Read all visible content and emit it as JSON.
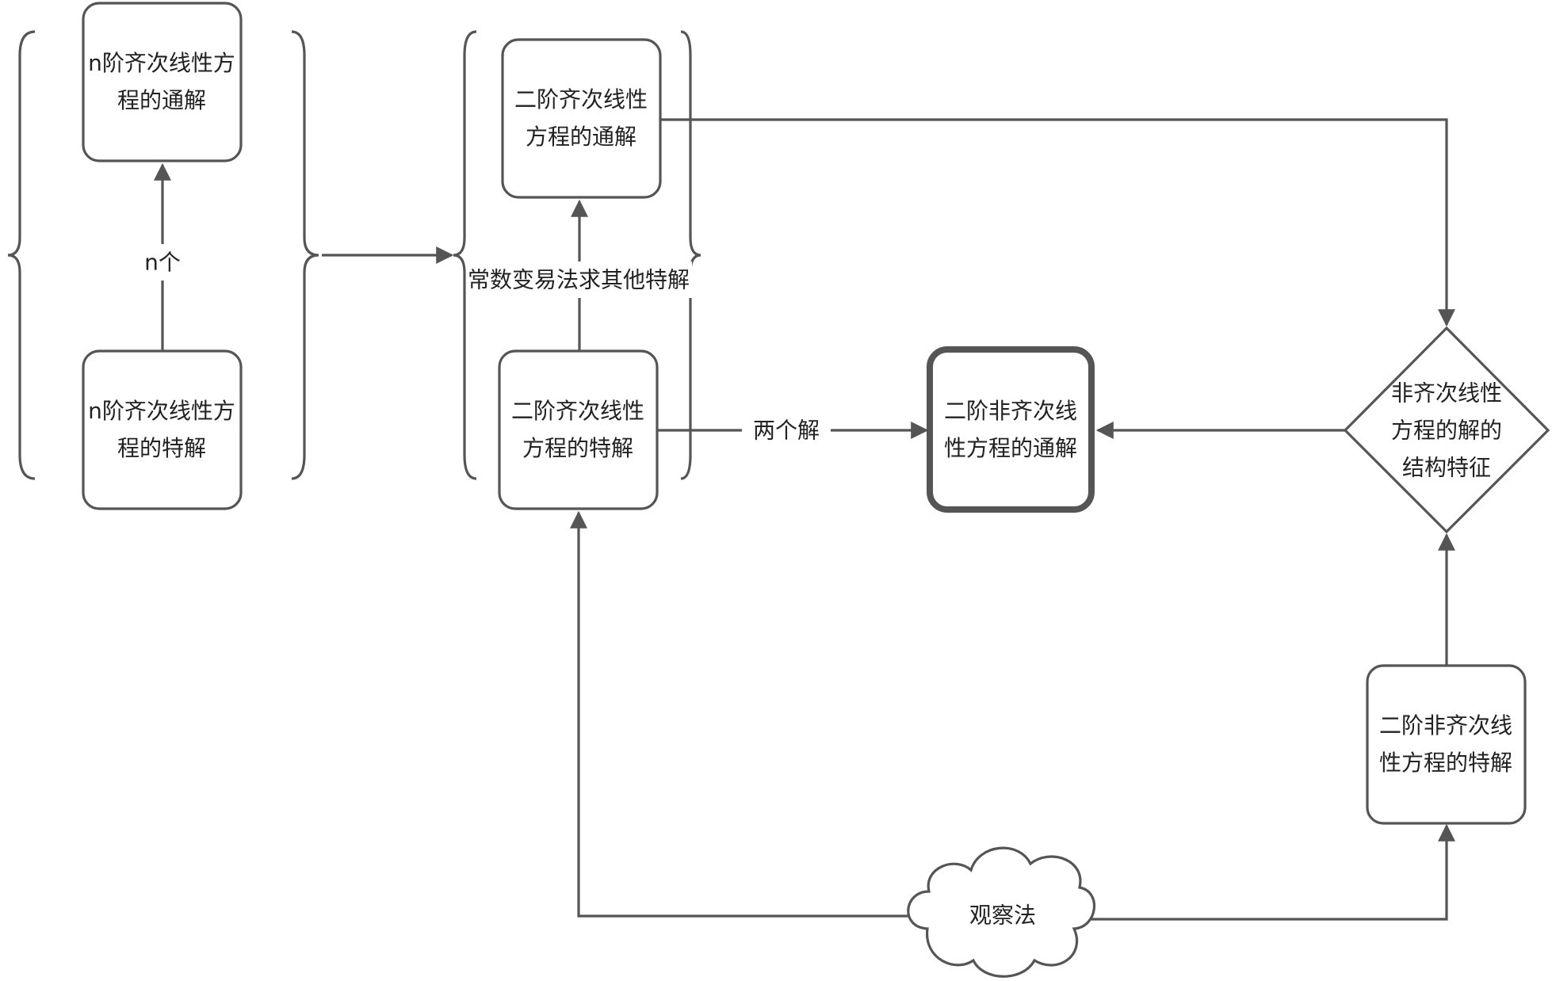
{
  "nodes": {
    "n_general": {
      "lines": [
        "n阶齐次线性方",
        "程的通解"
      ]
    },
    "n_particular": {
      "lines": [
        "n阶齐次线性方",
        "程的特解"
      ]
    },
    "h2_general": {
      "lines": [
        "二阶齐次线性",
        "方程的通解"
      ]
    },
    "h2_particular": {
      "lines": [
        "二阶齐次线性",
        "方程的特解"
      ]
    },
    "nh2_general": {
      "lines": [
        "二阶非齐次线",
        "性方程的通解"
      ]
    },
    "structure": {
      "lines": [
        "非齐次线性",
        "方程的解的",
        "结构特征"
      ]
    },
    "nh2_particular": {
      "lines": [
        "二阶非齐次线",
        "性方程的特解"
      ]
    },
    "observe": {
      "lines": [
        "观察法"
      ]
    }
  },
  "edge_labels": {
    "n_count": "n个",
    "variation": "常数变易法求其他特解",
    "two_solutions": "两个解"
  }
}
